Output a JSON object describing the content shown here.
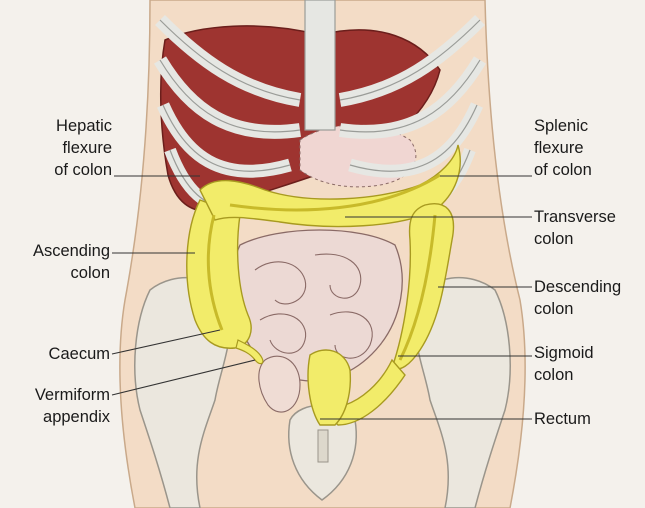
{
  "labels": {
    "hepatic_flexure": [
      "Hepatic",
      "flexure",
      "of colon"
    ],
    "ascending_colon": [
      "Ascending",
      "colon"
    ],
    "caecum": [
      "Caecum"
    ],
    "vermiform_appendix": [
      "Vermiform",
      "appendix"
    ],
    "splenic_flexure": [
      "Splenic",
      "flexure",
      "of colon"
    ],
    "transverse_colon": [
      "Transverse",
      "colon"
    ],
    "descending_colon": [
      "Descending",
      "colon"
    ],
    "sigmoid_colon": [
      "Sigmoid",
      "colon"
    ],
    "rectum": [
      "Rectum"
    ]
  },
  "colors": {
    "background": "#f4f1ec",
    "skin": "#f3dcc6",
    "colon": "#f2ec6a",
    "colon_band": "#d8cc35",
    "liver": "#9e3430",
    "ribs": "#e6e7e3",
    "small_intestine": "#ecd9d4",
    "bone": "#ebe7de",
    "leader_line": "#333333"
  }
}
